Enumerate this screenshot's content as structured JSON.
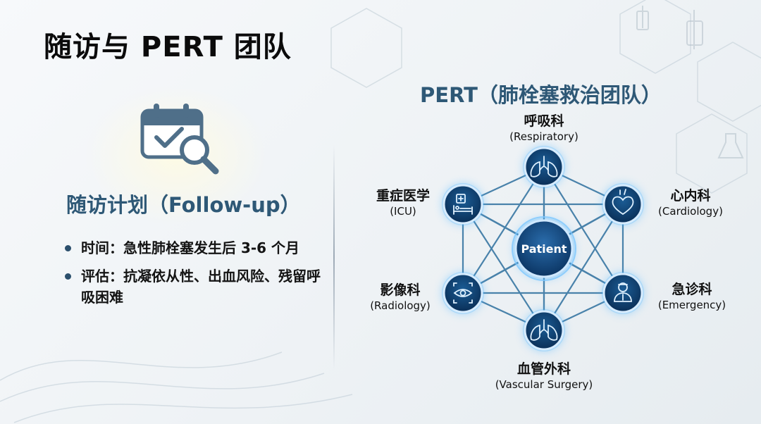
{
  "title": "随访与 PERT 团队",
  "followup": {
    "heading": "随访计划（Follow-up）",
    "bullets": [
      "时间：急性肺栓塞发生后 3-6 个月",
      "评估：抗凝依从性、出血风险、残留呼吸困难"
    ],
    "icon": "calendar-magnifier-icon"
  },
  "pert": {
    "heading": "PERT（肺栓塞救治团队）",
    "center_label": "Patient",
    "nodes": [
      {
        "id": "respiratory",
        "zh": "呼吸科",
        "en": "(Respiratory)",
        "icon": "lungs-icon"
      },
      {
        "id": "cardiology",
        "zh": "心内科",
        "en": "(Cardiology)",
        "icon": "heart-icon"
      },
      {
        "id": "emergency",
        "zh": "急诊科",
        "en": "(Emergency)",
        "icon": "doctor-icon"
      },
      {
        "id": "vascular",
        "zh": "血管外科",
        "en": "(Vascular Surgery)",
        "icon": "lungs-icon"
      },
      {
        "id": "radiology",
        "zh": "影像科",
        "en": "(Radiology)",
        "icon": "eye-scan-icon"
      },
      {
        "id": "icu",
        "zh": "重症医学",
        "en": "(ICU)",
        "icon": "hospital-bed-icon"
      }
    ]
  },
  "colors": {
    "heading": "#2e5876",
    "node_dark": "#0c3d6b",
    "node_glow": "#4fb6ff",
    "line": "#2d6f9e"
  }
}
